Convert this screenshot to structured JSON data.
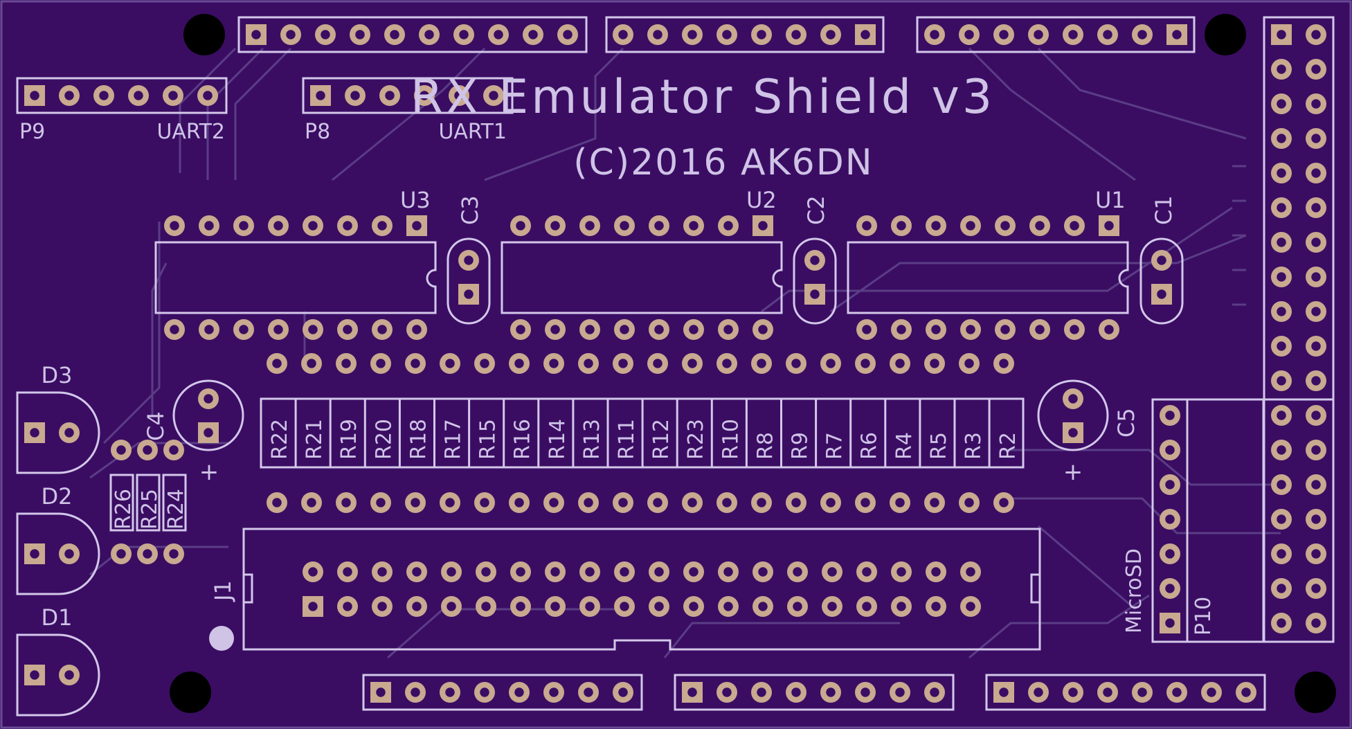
{
  "board": {
    "title": "RX Emulator Shield v3",
    "copyright": "(C)2016 AK6DN",
    "colors": {
      "substrate": "#3a0d63",
      "copper_trace": "#6a4a94",
      "silkscreen": "#d3c7ea",
      "pad": "#c9a98f",
      "hole": "#3a0d63",
      "mount_hole": "#000000"
    }
  },
  "headers": {
    "p9": {
      "ref": "P9",
      "label": "UART2"
    },
    "p8": {
      "ref": "P8",
      "label": "UART1"
    },
    "p10": {
      "ref": "P10",
      "label": "MicroSD"
    },
    "j1": {
      "ref": "J1"
    }
  },
  "ics": [
    "U3",
    "U2",
    "U1"
  ],
  "caps": {
    "ic": [
      "C3",
      "C2",
      "C1"
    ],
    "electrolytic": [
      "C4",
      "C5"
    ],
    "plus": "+"
  },
  "diodes": [
    "D3",
    "D2",
    "D1"
  ],
  "small_resistors": [
    "R26",
    "R25",
    "R24"
  ],
  "resistor_array": [
    "R22",
    "R21",
    "R19",
    "R20",
    "R18",
    "R17",
    "R15",
    "R16",
    "R14",
    "R13",
    "R11",
    "R12",
    "R23",
    "R10",
    "R8",
    "R9",
    "R7",
    "R6",
    "R4",
    "R5",
    "R3",
    "R2"
  ]
}
